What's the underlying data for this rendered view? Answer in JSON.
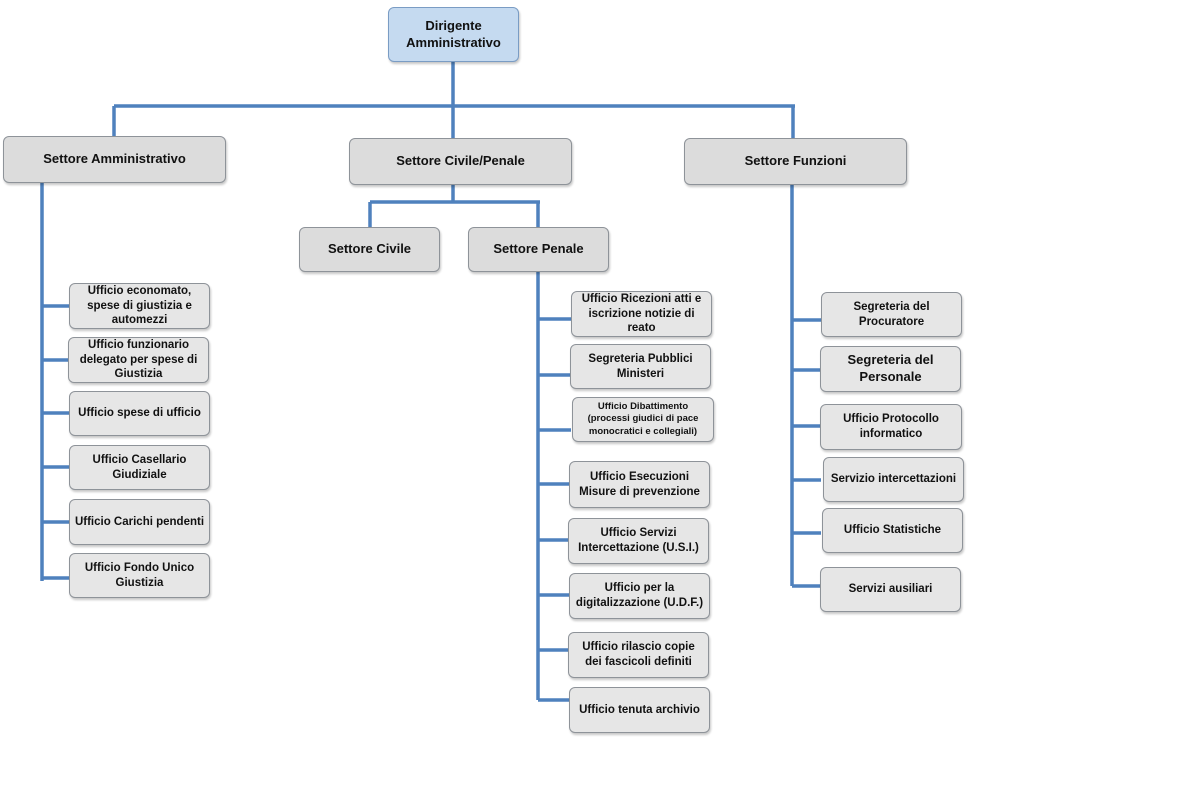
{
  "root": {
    "label": "Dirigente Amministrativo"
  },
  "sectors": {
    "amministrativo": {
      "label": "Settore Amministrativo",
      "units": [
        "Ufficio economato, spese di giustizia e automezzi",
        "Ufficio funzionario delegato per spese di Giustizia",
        "Ufficio spese di ufficio",
        "Ufficio Casellario Giudiziale",
        "Ufficio Carichi pendenti",
        "Ufficio Fondo Unico Giustizia"
      ]
    },
    "civile_penale": {
      "label": "Settore Civile/Penale",
      "civile": {
        "label": "Settore Civile"
      },
      "penale": {
        "label": "Settore Penale",
        "units": [
          "Ufficio Ricezioni atti e iscrizione notizie di reato",
          "Segreteria Pubblici Ministeri",
          "Ufficio Dibattimento (processi giudici di pace monocratici e collegiali)",
          "Ufficio Esecuzioni Misure di prevenzione",
          "Ufficio Servizi Intercettazione (U.S.I.)",
          "Ufficio per la digitalizzazione (U.D.F.)",
          "Ufficio rilascio copie dei fascicoli definiti",
          "Ufficio tenuta archivio"
        ]
      }
    },
    "funzioni": {
      "label": "Settore Funzioni",
      "units": [
        "Segreteria del Procuratore",
        "Segreteria del Personale",
        "Ufficio Protocollo informatico",
        "Servizio intercettazioni",
        "Ufficio Statistiche",
        "Servizi ausiliari"
      ]
    }
  }
}
